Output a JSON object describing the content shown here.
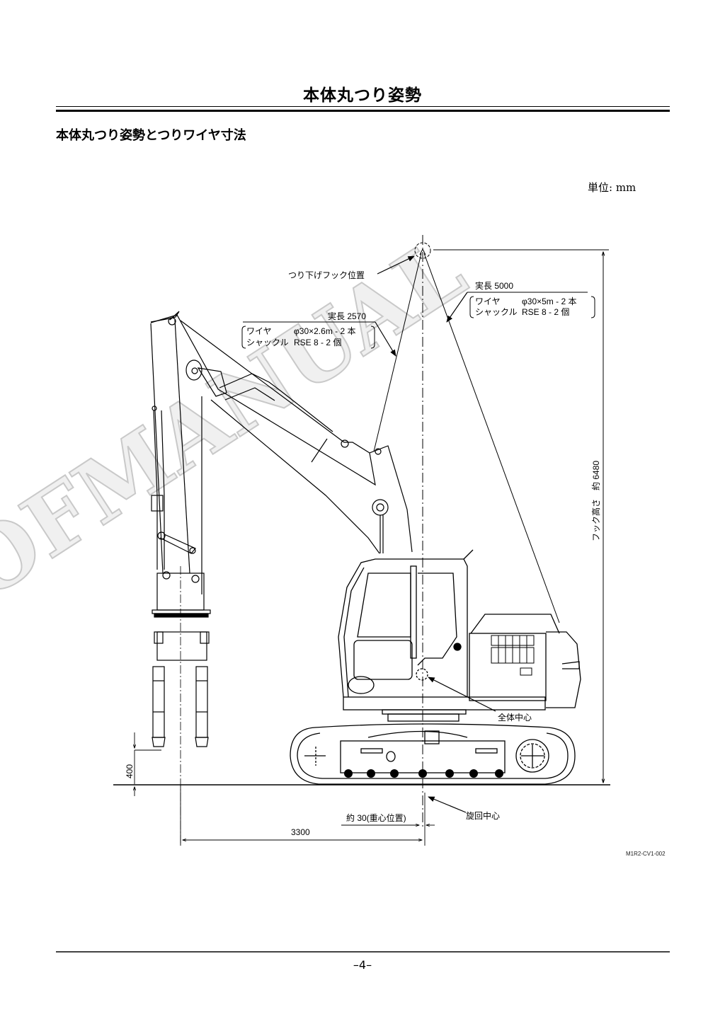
{
  "page": {
    "title": "本体丸つり姿勢",
    "section_title": "本体丸つり姿勢とつりワイヤ寸法",
    "unit_label": "単位: mm",
    "figure_code": "M1R2-CV1-002",
    "page_number": "–4–",
    "watermark": "OFMANUAL"
  },
  "figure": {
    "hook_position_label": "つり下げフック位置",
    "front_wire": {
      "actual_length": "実長 2570",
      "wire_label": "ワイヤ",
      "wire_spec": "φ30×2.6m - 2 本",
      "shackle_label": "シャックル",
      "shackle_spec": "RSE 8 - 2 個"
    },
    "rear_wire": {
      "actual_length": "実長 5000",
      "wire_label": "ワイヤ",
      "wire_spec": "φ30×5m - 2 本",
      "shackle_label": "シャックル",
      "shackle_spec": "RSE 8 - 2 個"
    },
    "hook_height_label": "フック高さ　約 6480",
    "center_of_mass_label": "全体中心",
    "swing_center_label": "旋回中心",
    "cg_offset_label": "約 30(重心位置)",
    "horizontal_dim": "3300",
    "attachment_clearance_dim": "400"
  }
}
